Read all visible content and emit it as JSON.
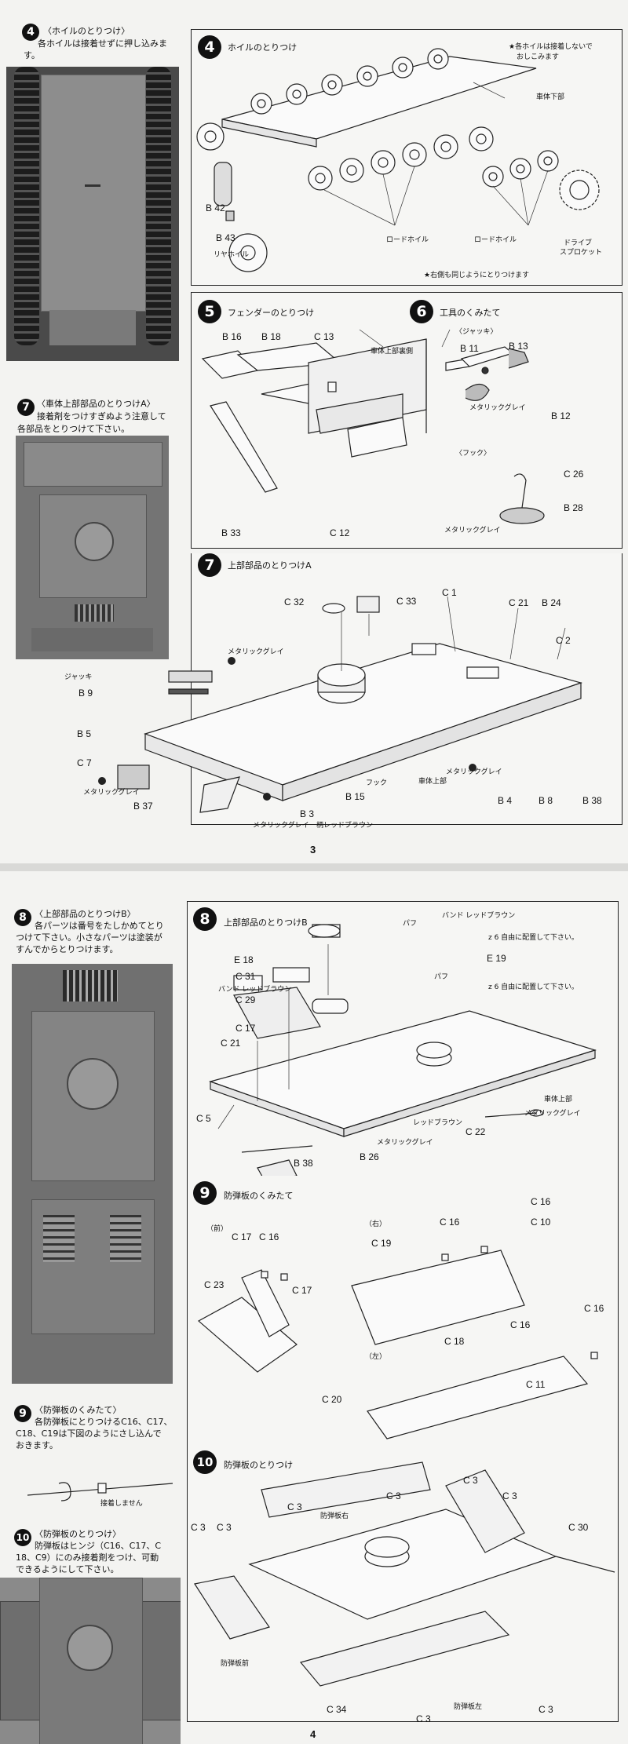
{
  "page3": {
    "number": "3",
    "left": {
      "step4": {
        "num": "4",
        "title": "〈ホイルのとりつけ〉",
        "body": "各ホイルは接着せずに押し込みま",
        "body2": "す。"
      },
      "step7": {
        "num": "7",
        "title": "〈車体上部部品のとりつけA〉",
        "body": "接着剤をつけすぎぬよう注意して",
        "body2": "各部品をとりつけて下さい。"
      }
    },
    "sec4": {
      "num": "4",
      "title": "ホイルのとりつけ",
      "note1": "★各ホイルは接着しないで",
      "note2": "おしこみます",
      "lower_hull": "車体下部",
      "b42": "B 42",
      "b43": "B 43",
      "rear_wheel": "リヤホイル",
      "road_wheel1": "ロードホイル",
      "road_wheel2": "ロードホイル",
      "drive1": "ドライブ",
      "drive2": "スプロケット",
      "note_same": "★右側も同じようにとりつけます"
    },
    "sec5": {
      "num": "5",
      "title": "フェンダーのとりつけ",
      "b16": "B 16",
      "b18": "B 18",
      "c13": "C 13",
      "upper_back": "車体上部裏側",
      "b33": "B 33",
      "c12": "C 12"
    },
    "sec6": {
      "num": "6",
      "title": "工具のくみたて",
      "jack": "〈ジャッキ〉",
      "b11": "B 11",
      "b13": "B 13",
      "metallic": "メタリックグレイ",
      "b12": "B 12",
      "hook": "〈フック〉",
      "c26": "C 26",
      "b28": "B 28",
      "metallic2": "メタリックグレイ"
    },
    "sec7": {
      "num": "7",
      "title": "上部部品のとりつけA",
      "c32": "C 32",
      "c33": "C 33",
      "c1": "C 1",
      "c21": "C 21",
      "b24": "B 24",
      "c2": "C 2",
      "metallic_a": "メタリックグレイ",
      "jack": "ジャッキ",
      "b9": "B 9",
      "b5": "B 5",
      "c7": "C 7",
      "metallic_b": "メタリックグレイ",
      "b37": "B 37",
      "hook": "フック",
      "upper_hull": "車体上部",
      "metallic_c": "メタリックグレイ",
      "b15": "B 15",
      "b3": "B 3",
      "metallic_d": "メタリックグレイ",
      "red_brown": "柄レッドブラウン",
      "b4": "B 4",
      "b8": "B 8",
      "b38": "B 38"
    }
  },
  "page4": {
    "number": "4",
    "left": {
      "step8": {
        "num": "8",
        "title": "〈上部部品のとりつけB〉",
        "l1": "各パーツは番号をたしかめてとり",
        "l2": "つけて下さい。小さなパーツは塗装が",
        "l3": "すんでからとりつけます。"
      },
      "step9": {
        "num": "9",
        "title": "〈防弾板のくみたて〉",
        "l1": "各防弾板にとりつけるC16、C17、",
        "l2": "C18、C19は下図のようにさし込んで",
        "l3": "おきます。",
        "noglue": "接着しません"
      },
      "step10": {
        "num": "10",
        "title": "〈防弾板のとりつけ〉",
        "l1": "防弾板はヒンジ（C16、C17、C",
        "l2": "18、C9）にのみ接着剤をつけ、可動",
        "l3": "できるようにして下さい。"
      }
    },
    "sec8": {
      "num": "8",
      "title": "上部部品のとりつけB",
      "puff1": "パフ",
      "band1": "バンド レッドブラウン",
      "z6a": "z 6 自由に配置して下さい。",
      "e18": "E 18",
      "e19": "E 19",
      "c31": "C 31",
      "band2": "バンド レッドブラウン",
      "c29": "C 29",
      "puff2": "パフ",
      "z6b": "z 6 自由に配置して下さい。",
      "c17": "C 17",
      "c21": "C 21",
      "c5": "C 5",
      "b38": "B 38",
      "b26": "B 26",
      "metallic": "メタリックグレイ",
      "red_brown": "レッドブラウン",
      "c22": "C 22",
      "upper_hull": "車体上部",
      "metallic2": "メタリックグレイ"
    },
    "sec9": {
      "num": "9",
      "title": "防弾板のくみたて",
      "front": "（前）",
      "right": "（右）",
      "left": "（左）",
      "c17": "C 17",
      "c16a": "C 16",
      "c23": "C 23",
      "c17b": "C 17",
      "c20": "C 20",
      "c19": "C 19",
      "c16b": "C 16",
      "c16c": "C 16",
      "c10": "C 10",
      "c16d": "C 16",
      "c16e": "C 16",
      "c18": "C 18",
      "c11": "C 11"
    },
    "sec10": {
      "num": "10",
      "title": "防弾板のとりつけ",
      "c3a": "C 3",
      "c3b": "C 3",
      "c3c": "C 3",
      "c3d": "C 3",
      "c3e": "C 3",
      "c3f": "C 3",
      "c3g": "C 3",
      "c3h": "C 3",
      "plate_right": "防弾板右",
      "c30": "C 30",
      "plate_front": "防弾板前",
      "c34": "C 34",
      "plate_left": "防弾板左"
    }
  }
}
